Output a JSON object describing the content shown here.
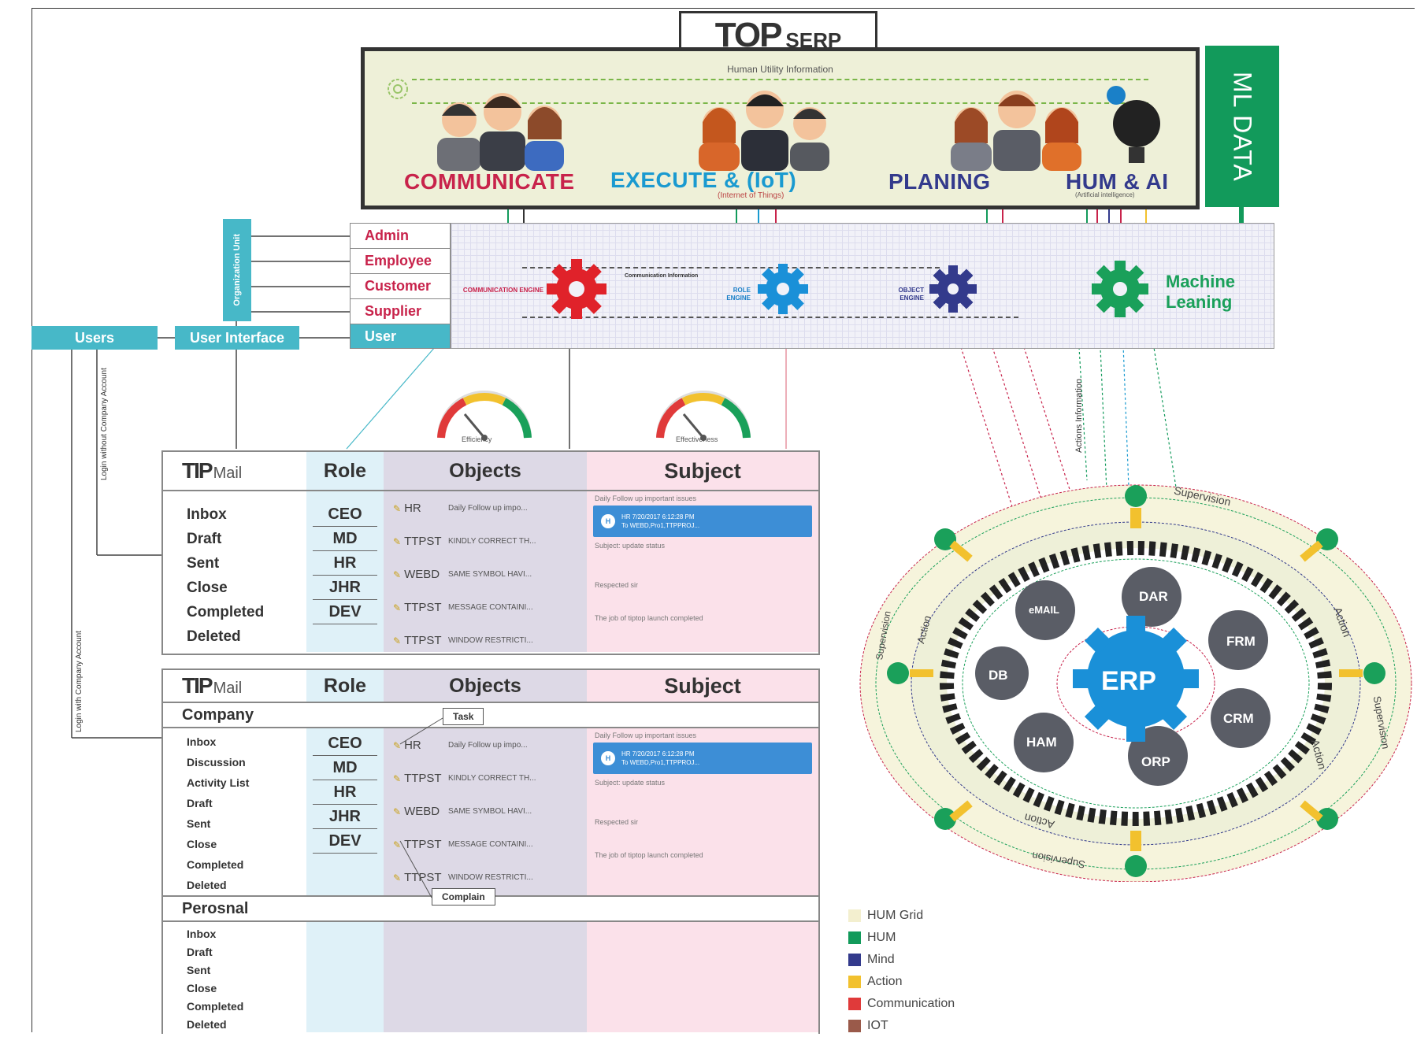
{
  "title": {
    "tp": "TOP",
    "serp": "SERP"
  },
  "top_panel": {
    "human_utility": "Human Utility Information",
    "labels": [
      {
        "text": "COMMUNICATE",
        "color": "#c8234b"
      },
      {
        "text": "EXECUTE & (IoT)",
        "sub": "(Internet of Things)",
        "color": "#1a9ad0"
      },
      {
        "text": "PLANING",
        "color": "#333a8c"
      },
      {
        "text": "HUM & AI",
        "sub": "(Artificial intelligence)",
        "color": "#333a8c"
      }
    ]
  },
  "ml_data": "ML DATA",
  "org_unit": "Organization Unit",
  "roles": [
    "Admin",
    "Employee",
    "Customer",
    "Supplier",
    "User"
  ],
  "users": "Users",
  "user_interface": "User Interface",
  "engines": {
    "comm": "COMMUNICATION ENGINE",
    "comm_info": "Communication Information",
    "role": "ROLE ENGINE",
    "object": "OBJECT ENGINE",
    "machine": "Machine Leaning"
  },
  "gauges": {
    "efficiency": "Efficiency",
    "effectiveness": "Effectiveness"
  },
  "side_labels": {
    "login_without": "Login without Company Account",
    "login_with": "Login with Company Account",
    "actions_info": "Actions Information"
  },
  "mail": {
    "logo_tp": "TIP",
    "logo_mail": "Mail",
    "headers": {
      "role": "Role",
      "objects": "Objects",
      "subject": "Subject"
    },
    "folders": [
      "Inbox",
      "Draft",
      "Sent",
      "Close",
      "Completed",
      "Deleted"
    ],
    "role_list": [
      "CEO",
      "MD",
      "HR",
      "JHR",
      "DEV"
    ],
    "objects": [
      {
        "who": "HR",
        "subject": "Daily Follow up impo..."
      },
      {
        "who": "TTPST",
        "subject": "KINDLY CORRECT TH..."
      },
      {
        "who": "WEBD",
        "subject": "SAME SYMBOL HAVI..."
      },
      {
        "who": "TTPST",
        "subject": "MESSAGE CONTAINI..."
      },
      {
        "who": "TTPST",
        "subject": "WINDOW RESTRICTI..."
      }
    ],
    "subjects": {
      "s1": "Daily Follow up important issues",
      "chip_line1": "HR  7/20/2017 6:12:28 PM",
      "chip_line2": "To WEBD,Pro1,TTPPROJ...",
      "chip_avatar": "H",
      "s_status": "Subject: update status",
      "s4": "Respected sir",
      "s5": "The job of tiptop launch completed"
    },
    "company": "Company",
    "company_folders": [
      "Inbox",
      "Discussion",
      "Activity List",
      "Draft",
      "Sent",
      "Close",
      "Completed",
      "Deleted"
    ],
    "personal": "Perosnal",
    "personal_folders": [
      "Inbox",
      "Draft",
      "Sent",
      "Close",
      "Completed",
      "Deleted"
    ],
    "task": "Task",
    "complain": "Complain"
  },
  "wheel": {
    "center": "ERP",
    "gears": [
      "eMAIL",
      "DAR",
      "FRM",
      "CRM",
      "ORP",
      "HAM",
      "DB"
    ],
    "ring_words": [
      "Supervision",
      "Action",
      "Action",
      "Supervision",
      "Action",
      "Action",
      "Supervision",
      "Supervision"
    ]
  },
  "legend": [
    {
      "label": "HUM Grid",
      "color": "#f3efcf"
    },
    {
      "label": "HUM",
      "color": "#129a5b"
    },
    {
      "label": "Mind",
      "color": "#333a8c"
    },
    {
      "label": "Action",
      "color": "#f2c12e"
    },
    {
      "label": "Communication",
      "color": "#e03a3a"
    },
    {
      "label": "IOT",
      "color": "#9a5a4a"
    }
  ]
}
